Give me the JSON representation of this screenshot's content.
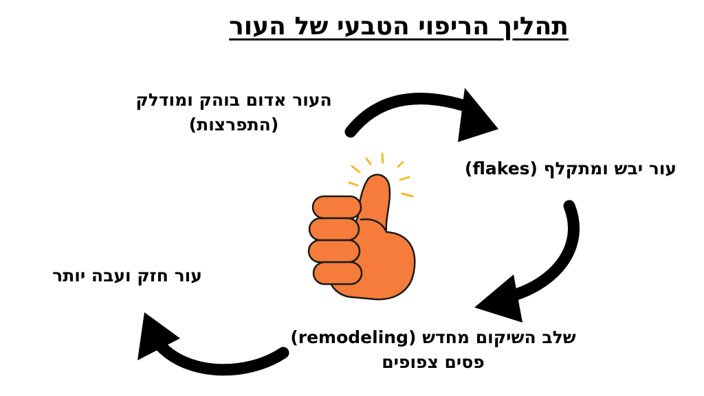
{
  "title": "תהליך הריפוי הטבעי של העור",
  "steps": [
    {
      "lines": [
        "העור אדום בוהק ומודלק",
        "(התפרצות)"
      ]
    },
    {
      "lines": [
        "עור יבש ומתקלף (flakes)"
      ]
    },
    {
      "lines": [
        "שלב השיקום מחדש (remodeling)",
        "פסים צפופים"
      ]
    },
    {
      "lines": [
        "עור חזק ועבה יותר"
      ]
    }
  ],
  "icons": {
    "arrow": "curved-arrow-icon",
    "center": "thumbs-up-icon"
  },
  "colors": {
    "arrow": "#000000",
    "thumb_fill": "#F57C3A",
    "thumb_outline": "#1a1a1a",
    "sparkle": "#F6B82E"
  }
}
